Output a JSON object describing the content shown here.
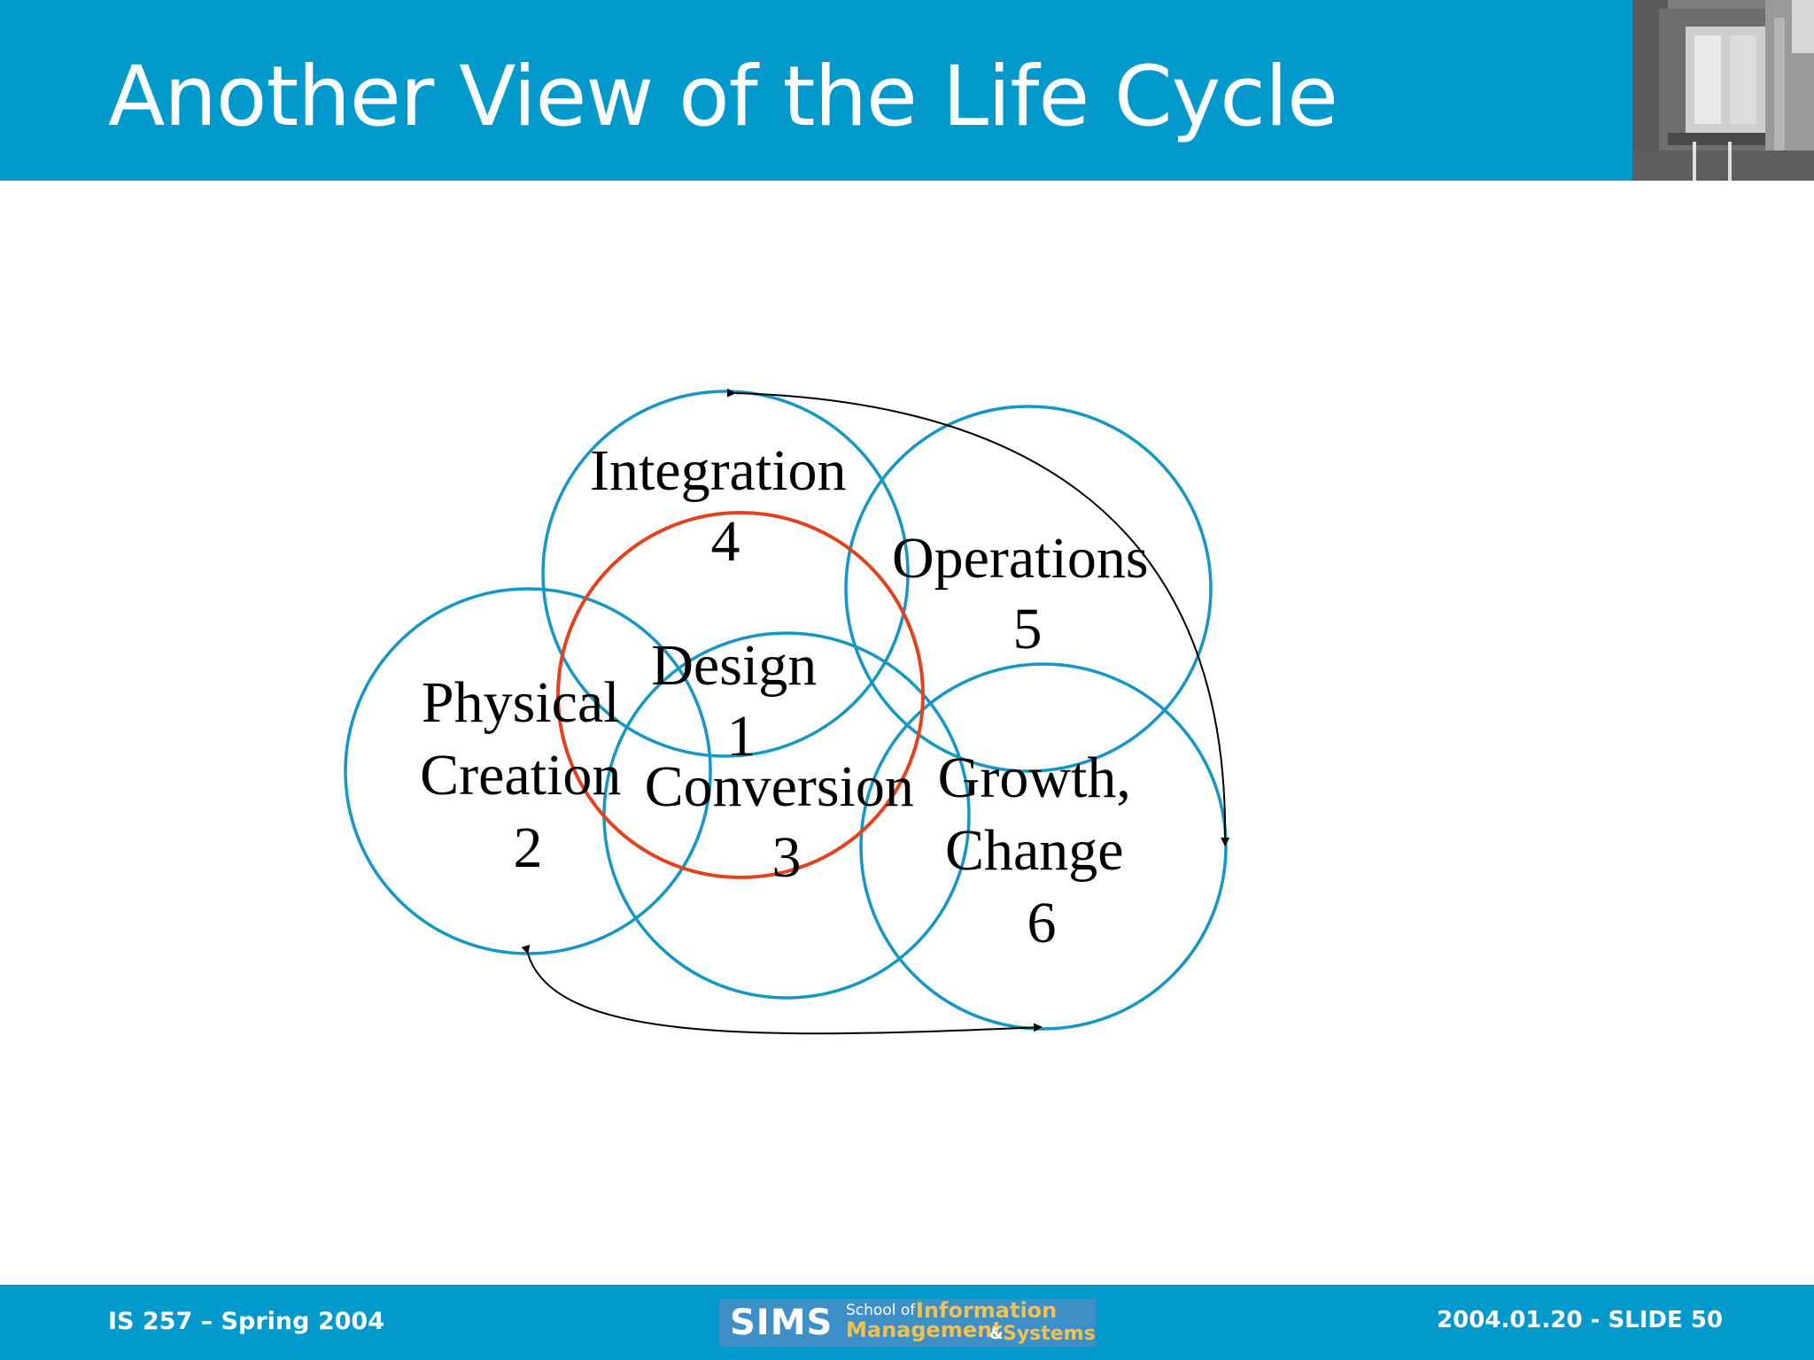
{
  "slide": {
    "title": "Another View of the Life Cycle",
    "footer_left": "IS 257 – Spring 2004",
    "footer_right": "2004.01.20 - SLIDE 50"
  },
  "logo": {
    "sims": "SIMS",
    "school_of": "School of",
    "information": "Information",
    "management": "Management",
    "amp": "&",
    "systems": "Systems"
  },
  "diagram": {
    "colors": {
      "stage_circle": "#1497c4",
      "design_circle": "#e2431e",
      "arrow": "#000000"
    },
    "stages": [
      {
        "id": "design",
        "lines": [
          "Design",
          "1"
        ]
      },
      {
        "id": "physical-creation",
        "lines": [
          "Physical",
          "Creation",
          "2"
        ]
      },
      {
        "id": "conversion",
        "lines": [
          "Conversion",
          "3"
        ]
      },
      {
        "id": "integration",
        "lines": [
          "Integration",
          "4"
        ]
      },
      {
        "id": "operations",
        "lines": [
          "Operations",
          "5"
        ]
      },
      {
        "id": "growth-change",
        "lines": [
          "Growth,",
          "Change",
          "6"
        ]
      }
    ]
  }
}
